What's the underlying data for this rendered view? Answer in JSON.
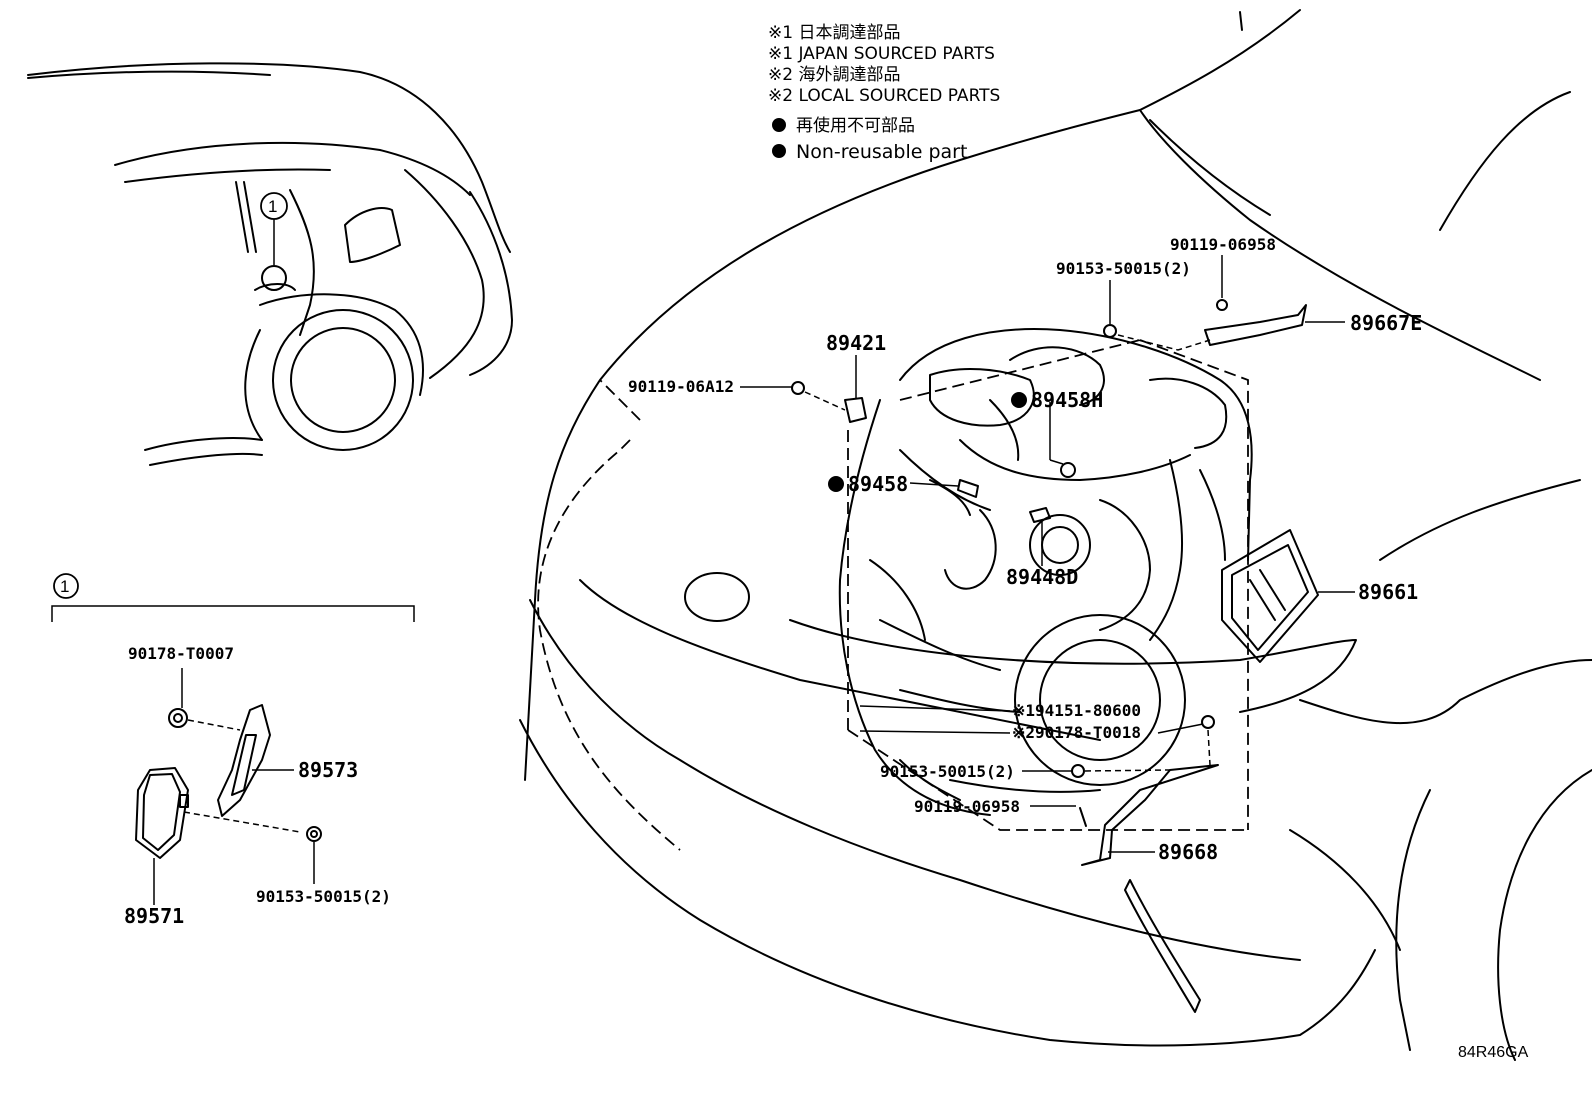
{
  "legend": {
    "line1": "※1 日本調達部品",
    "line2": "※1 JAPAN SOURCED PARTS",
    "line3": "※2 海外調達部品",
    "line4": "※2 LOCAL SOURCED PARTS",
    "line5": "再使用不可部品",
    "line6": "Non-reusable part"
  },
  "callout_number": "1",
  "parts": {
    "p_9011906958_top": "90119-06958",
    "p_9015350015_top": "90153-50015(2)",
    "p_89667E": "89667E",
    "p_89421": "89421",
    "p_9011906A12": "90119-06A12",
    "p_89458H": "89458H",
    "p_89458": "89458",
    "p_89448D": "89448D",
    "p_89661": "89661",
    "p_9415180600": "※194151-80600",
    "p_90178T0018": "※290178-T0018",
    "p_9015350015_mid": "90153-50015(2)",
    "p_9011906958_mid": "90119-06958",
    "p_89668": "89668",
    "p_90178T0007": "90178-T0007",
    "p_89573": "89573",
    "p_9015350015_bot": "90153-50015(2)",
    "p_89571": "89571"
  },
  "diagram_code": "84R46GA"
}
